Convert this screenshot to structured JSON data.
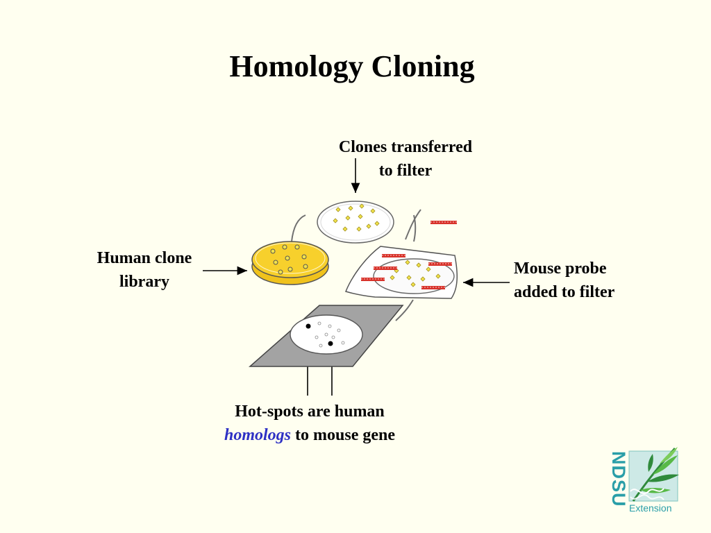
{
  "slide": {
    "title": "Homology Cloning"
  },
  "labels": {
    "clones_line1": "Clones transferred",
    "clones_line2": "to filter",
    "human_line1": "Human clone",
    "human_line2": "library",
    "mouse_line1": "Mouse probe",
    "mouse_line2": "added to filter",
    "hotspots_line1": "Hot-spots are human",
    "hotspots_emph": "homologs",
    "hotspots_rest": " to mouse gene"
  },
  "logo": {
    "name": "NDSU",
    "subtitle": "Extension"
  },
  "colors": {
    "background": "#fffff0",
    "agar_yellow": "#f7d02c",
    "colony_yellow": "#f2e34a",
    "probe_red": "#d8322a",
    "membrane_gray": "#a3a3a3",
    "emphasis_blue": "#2e31c4",
    "logo_teal": "#2a9ea8"
  }
}
